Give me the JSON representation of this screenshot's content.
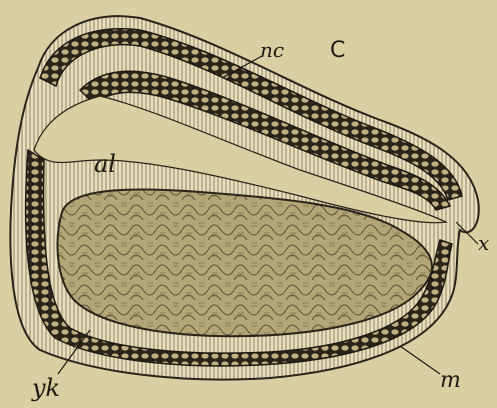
{
  "figure": {
    "panel_letter": "C",
    "labels": {
      "nc": "nc",
      "al": "al",
      "x": "x",
      "yk": "yk",
      "m": "m"
    },
    "colors": {
      "paper": "#d9cfa3",
      "ink": "#1e1a12",
      "cell_band": "#2a241a",
      "cell_fill": "#bfb184",
      "yolk": "#a89a6a",
      "ectoderm": "#e8dfbd"
    }
  }
}
